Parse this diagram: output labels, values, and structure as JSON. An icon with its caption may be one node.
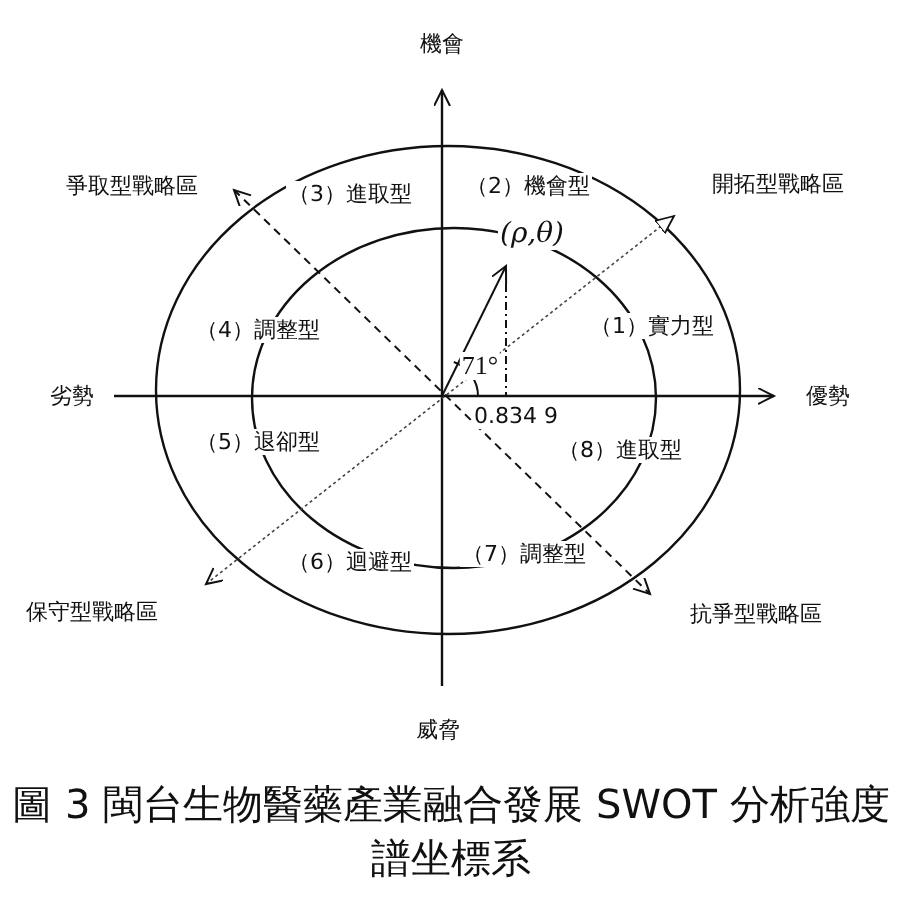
{
  "diagram": {
    "caption": "圖 3 閩台生物醫藥產業融合發展 SWOT 分析強度譜坐標系",
    "labels": [
      "機會",
      "爭取型戰略區",
      "（3）進取型",
      "（2）機會型",
      "開拓型戰略區",
      "(ρ,θ)",
      "（4）調整型",
      "（1）實力型",
      "71°",
      "劣勢",
      "優勢",
      "0.834 9",
      "（5）退卻型",
      "（8）進取型",
      "（6）迴避型",
      "（7）調整型",
      "保守型戰略區",
      "抗爭型戰略區",
      "威脅"
    ]
  }
}
